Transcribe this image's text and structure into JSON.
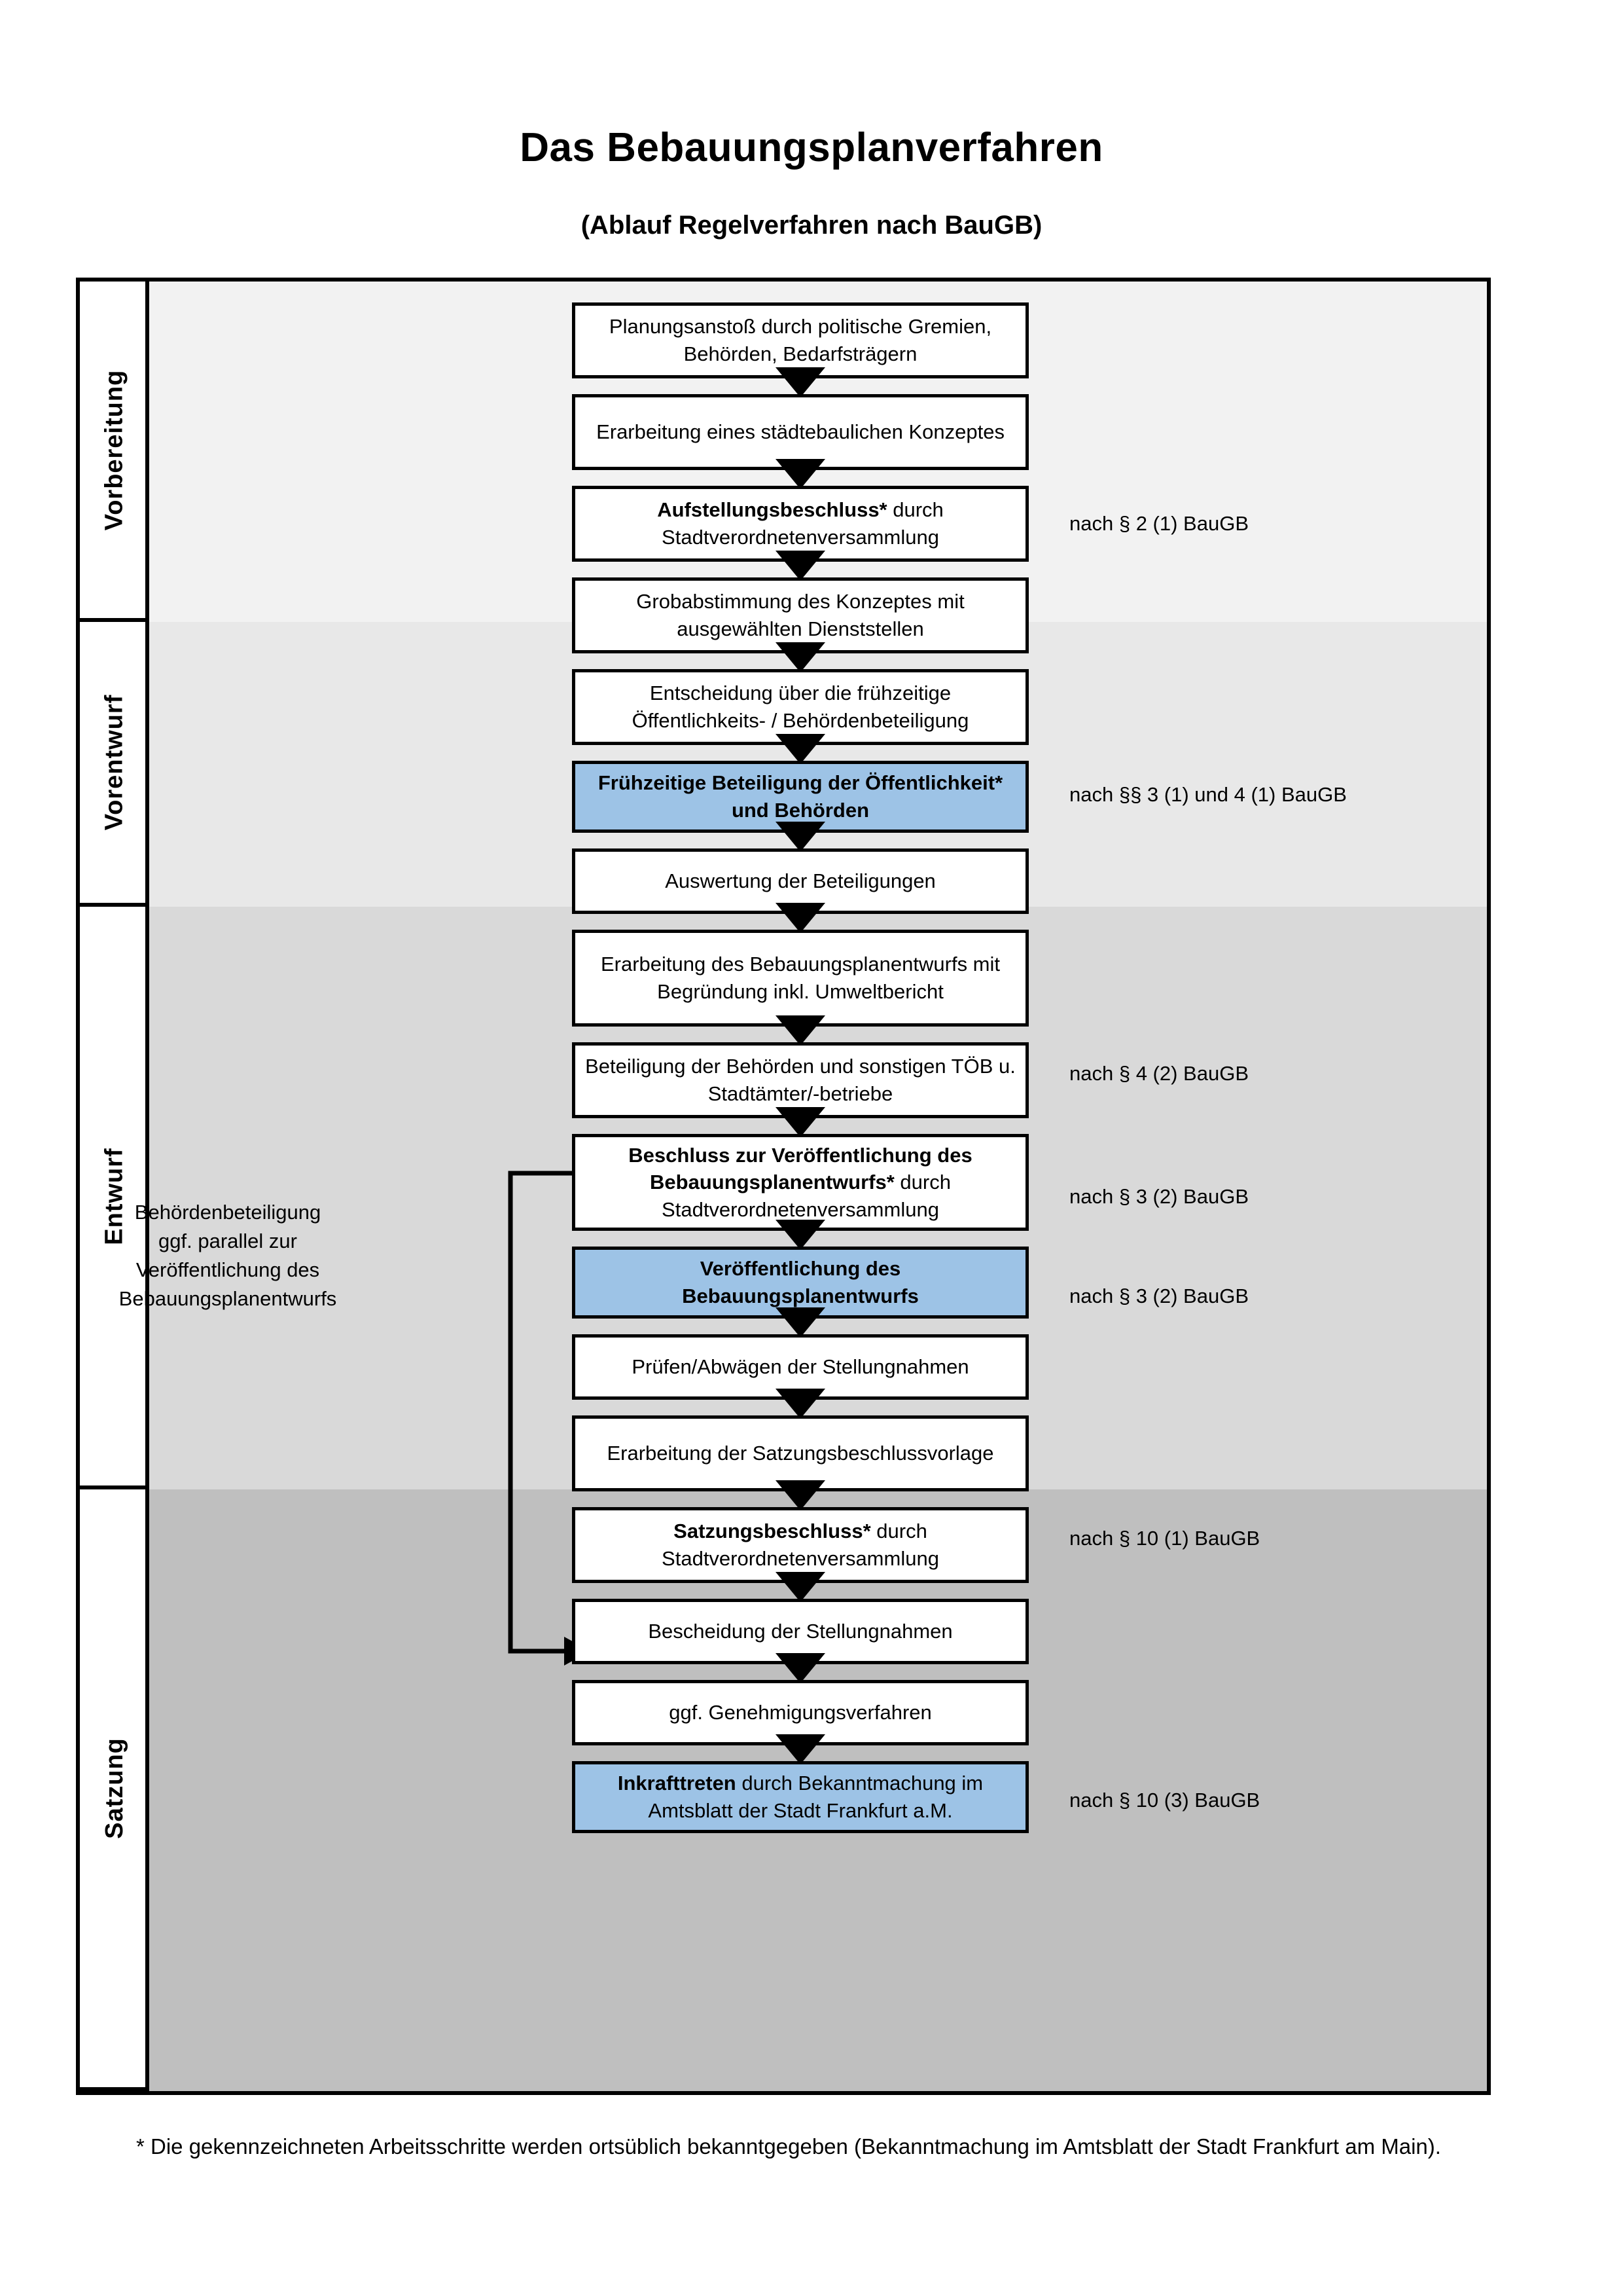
{
  "document": {
    "title": "Das Bebauungsplanverfahren",
    "subtitle": "(Ablauf Regelverfahren nach BauGB)",
    "footnote": "* Die gekennzeichneten Arbeitsschritte werden ortsüblich bekanntgegeben (Bekanntmachung im Amtsblatt  der Stadt Frankfurt am Main)."
  },
  "colors": {
    "highlight_box": "#9dc3e6",
    "band_vorbereitung": "#f2f2f2",
    "band_vorentwurf": "#e8e8e8",
    "band_entwurf": "#d9d9d9",
    "band_satzung": "#bfbfbf",
    "border": "#000000"
  },
  "phases": [
    {
      "id": "vorbereitung",
      "label": "Vorbereitung"
    },
    {
      "id": "vorentwurf",
      "label": "Vorentwurf"
    },
    {
      "id": "entwurf",
      "label": "Entwurf"
    },
    {
      "id": "satzung",
      "label": "Satzung"
    }
  ],
  "side_note": {
    "text": "Behördenbeteiligung ggf. parallel zur Veröffentlichung des Bebauungsplanentwurfs",
    "lines": [
      "Behördenbeteiligung",
      "ggf. parallel zur",
      "Veröffentlichung des",
      "Bebauungsplanentwurfs"
    ]
  },
  "steps": [
    {
      "id": "planungsanstoss",
      "phase": "vorbereitung",
      "highlighted": false,
      "bold_prefix": "",
      "text": "Planungsanstoß durch politische Gremien, Behörden, Bedarfsträgern"
    },
    {
      "id": "staedtebauliches-konzept",
      "phase": "vorbereitung",
      "highlighted": false,
      "bold_prefix": "",
      "text": "Erarbeitung eines städtebaulichen Konzeptes"
    },
    {
      "id": "aufstellungsbeschluss",
      "phase": "vorbereitung",
      "highlighted": false,
      "bold_prefix": "Aufstellungsbeschluss*",
      "text": "Aufstellungsbeschluss* durch Stadtverordnetenversammlung",
      "rest": " durch Stadtverordnetenversammlung"
    },
    {
      "id": "grobabstimmung",
      "phase": "vorentwurf",
      "highlighted": false,
      "bold_prefix": "",
      "text": "Grobabstimmung des Konzeptes mit ausgewählten Dienststellen"
    },
    {
      "id": "entscheidung-fruehzeitige-beteiligung",
      "phase": "vorentwurf",
      "highlighted": false,
      "bold_prefix": "",
      "text": "Entscheidung über die frühzeitige Öffentlichkeits- / Behördenbeteiligung"
    },
    {
      "id": "fruehzeitige-beteiligung",
      "phase": "vorentwurf",
      "highlighted": true,
      "bold_prefix": "Frühzeitige Beteiligung der Öffentlichkeit* und Behörden",
      "text": "Frühzeitige Beteiligung der Öffentlichkeit* und Behörden",
      "rest": ""
    },
    {
      "id": "auswertung-beteiligungen",
      "phase": "entwurf",
      "highlighted": false,
      "bold_prefix": "",
      "text": "Auswertung der Beteiligungen"
    },
    {
      "id": "erarbeitung-bebauungsplanentwurf",
      "phase": "entwurf",
      "highlighted": false,
      "bold_prefix": "",
      "text": "Erarbeitung des Bebauungsplanentwurfs mit Begründung inkl. Umweltbericht"
    },
    {
      "id": "beteiligung-behoerden-toeb",
      "phase": "entwurf",
      "highlighted": false,
      "bold_prefix": "",
      "text": "Beteiligung der Behörden und sonstigen TÖB u. Stadtämter/-betriebe"
    },
    {
      "id": "beschluss-veroeffentlichung",
      "phase": "entwurf",
      "highlighted": false,
      "bold_prefix": "Beschluss zur Veröffentlichung des Bebauungsplanentwurfs*",
      "text": "Beschluss zur Veröffentlichung des Bebauungsplanentwurfs* durch Stadtverordnetenversammlung",
      "rest": " durch Stadtverordnetenversammlung"
    },
    {
      "id": "veroeffentlichung-bebauungsplanentwurf",
      "phase": "entwurf",
      "highlighted": true,
      "bold_prefix": "Veröffentlichung des Bebauungsplanentwurfs",
      "text": "Veröffentlichung des Bebauungsplanentwurfs",
      "rest": ""
    },
    {
      "id": "pruefen-abwaegen",
      "phase": "satzung",
      "highlighted": false,
      "bold_prefix": "",
      "text": "Prüfen/Abwägen der Stellungnahmen"
    },
    {
      "id": "erarbeitung-satzungsbeschlussvorlage",
      "phase": "satzung",
      "highlighted": false,
      "bold_prefix": "",
      "text": "Erarbeitung der Satzungsbeschlussvorlage"
    },
    {
      "id": "satzungsbeschluss",
      "phase": "satzung",
      "highlighted": false,
      "bold_prefix": "Satzungsbeschluss*",
      "text": "Satzungsbeschluss* durch Stadtverordnetenversammlung",
      "rest": " durch Stadtverordnetenversammlung"
    },
    {
      "id": "bescheidung-stellungnahmen",
      "phase": "satzung",
      "highlighted": false,
      "bold_prefix": "",
      "text": "Bescheidung der Stellungnahmen"
    },
    {
      "id": "genehmigungsverfahren",
      "phase": "satzung",
      "highlighted": false,
      "bold_prefix": "",
      "text": "ggf. Genehmigungsverfahren"
    },
    {
      "id": "inkrafttreten",
      "phase": "satzung",
      "highlighted": true,
      "bold_prefix": "Inkrafttreten",
      "text": "Inkrafttreten durch Bekanntmachung im Amtsblatt der Stadt Frankfurt a.M.",
      "rest": " durch Bekanntmachung im Amtsblatt der Stadt Frankfurt a.M."
    }
  ],
  "legal_references": [
    {
      "id": "ref-aufstellungsbeschluss",
      "text": "nach § 2 (1) BauGB",
      "for_step": "aufstellungsbeschluss"
    },
    {
      "id": "ref-fruehzeitige",
      "text": "nach §§ 3 (1) und 4 (1) BauGB",
      "for_step": "fruehzeitige-beteiligung"
    },
    {
      "id": "ref-behoerdenbeteiligung",
      "text": "nach § 4 (2) BauGB",
      "for_step": "beteiligung-behoerden-toeb"
    },
    {
      "id": "ref-beschluss",
      "text": "nach § 3 (2) BauGB",
      "for_step": "beschluss-veroeffentlichung"
    },
    {
      "id": "ref-veroeffentlichung",
      "text": "nach § 3 (2) BauGB",
      "for_step": "veroeffentlichung-bebauungsplanentwurf"
    },
    {
      "id": "ref-satzungsbeschluss",
      "text": "nach § 10 (1) BauGB",
      "for_step": "satzungsbeschluss"
    },
    {
      "id": "ref-inkrafttreten",
      "text": "nach § 10 (3) BauGB",
      "for_step": "inkrafttreten"
    }
  ]
}
